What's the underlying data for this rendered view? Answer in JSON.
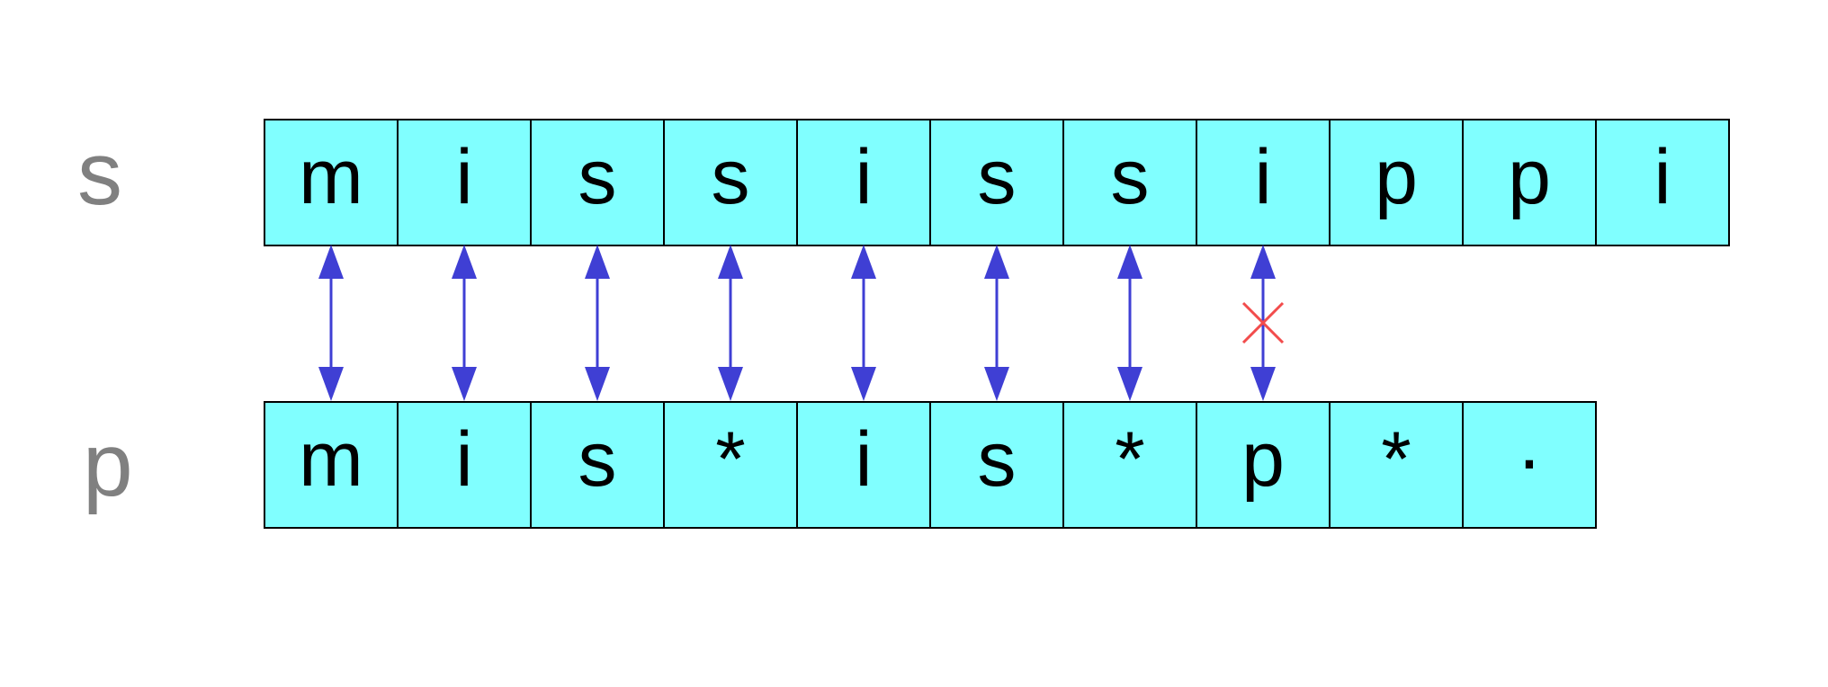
{
  "labels": {
    "s": "s",
    "p": "p"
  },
  "s_chars": [
    "m",
    "i",
    "s",
    "s",
    "i",
    "s",
    "s",
    "i",
    "p",
    "p",
    "i"
  ],
  "p_chars": [
    "m",
    "i",
    "s",
    "*",
    "i",
    "s",
    "*",
    "p",
    "*",
    "·"
  ],
  "matches": [
    {
      "s_index": 0,
      "p_index": 0,
      "matched": true
    },
    {
      "s_index": 1,
      "p_index": 1,
      "matched": true
    },
    {
      "s_index": 2,
      "p_index": 2,
      "matched": true
    },
    {
      "s_index": 3,
      "p_index": 3,
      "matched": true
    },
    {
      "s_index": 4,
      "p_index": 4,
      "matched": true
    },
    {
      "s_index": 5,
      "p_index": 5,
      "matched": true
    },
    {
      "s_index": 6,
      "p_index": 6,
      "matched": true
    },
    {
      "s_index": 7,
      "p_index": 7,
      "matched": false
    }
  ],
  "colors": {
    "cell_fill": "#80ffff",
    "cell_border": "#000000",
    "arrow": "#3f3fd4",
    "mismatch_mark": "#f24c4c",
    "row_label": "#808080"
  }
}
